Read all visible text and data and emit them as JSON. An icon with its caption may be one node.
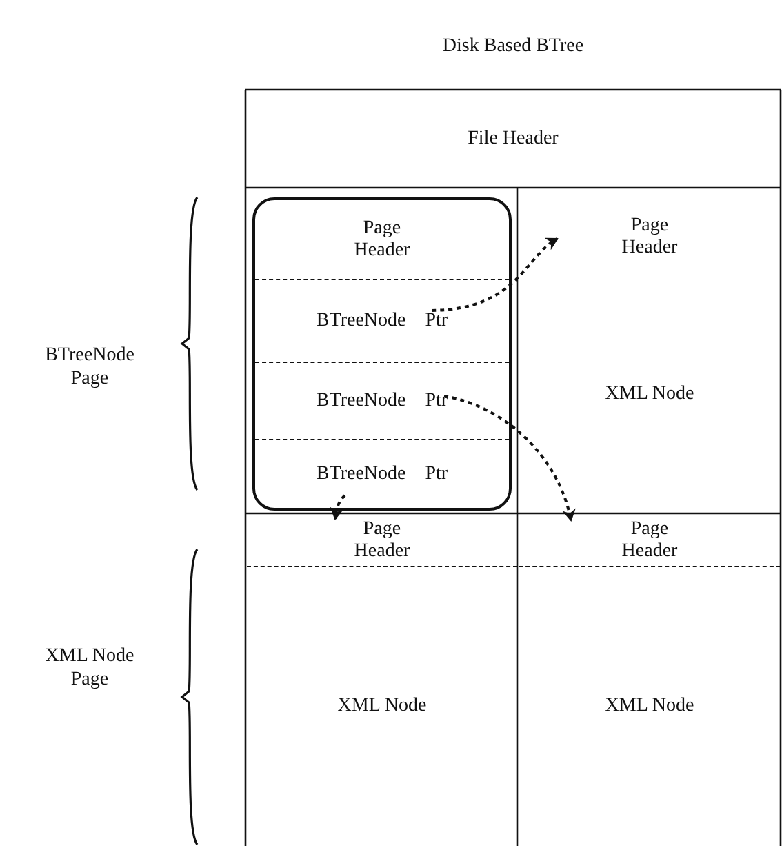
{
  "diagram": {
    "title": "Disk Based BTree",
    "nodes": [
      {
        "text": [
          "File Header"
        ]
      },
      {
        "text": [],
        "shape": "box"
      },
      {
        "text": [
          "Page Header"
        ],
        "in": 1
      },
      {
        "text": [
          "BTreeNode",
          "Ptr"
        ],
        "in": 1
      },
      {
        "text": [
          "BTreeNode",
          "Ptr"
        ],
        "in": 1
      },
      {
        "text": [
          "BTreeNode",
          "Ptr"
        ],
        "in": 1
      },
      {
        "text": [
          "Page Header"
        ]
      },
      {
        "text": [
          "XML Node"
        ]
      },
      {
        "text": [
          "Page Header"
        ]
      },
      {
        "text": [
          "Page Header"
        ]
      },
      {
        "text": [
          "XML Node"
        ]
      },
      {
        "text": [
          "XML Node"
        ]
      }
    ],
    "edges": [
      {
        "from": 3,
        "to": 6,
        "arrow": "to",
        "style": "dashed"
      },
      {
        "from": 4,
        "to": 9,
        "arrow": "to",
        "style": "dashed"
      },
      {
        "from": 5,
        "to": 8,
        "arrow": "to",
        "style": "dashed"
      }
    ],
    "labels": [
      "BTreeNode Page",
      "XML Node Page"
    ]
  }
}
